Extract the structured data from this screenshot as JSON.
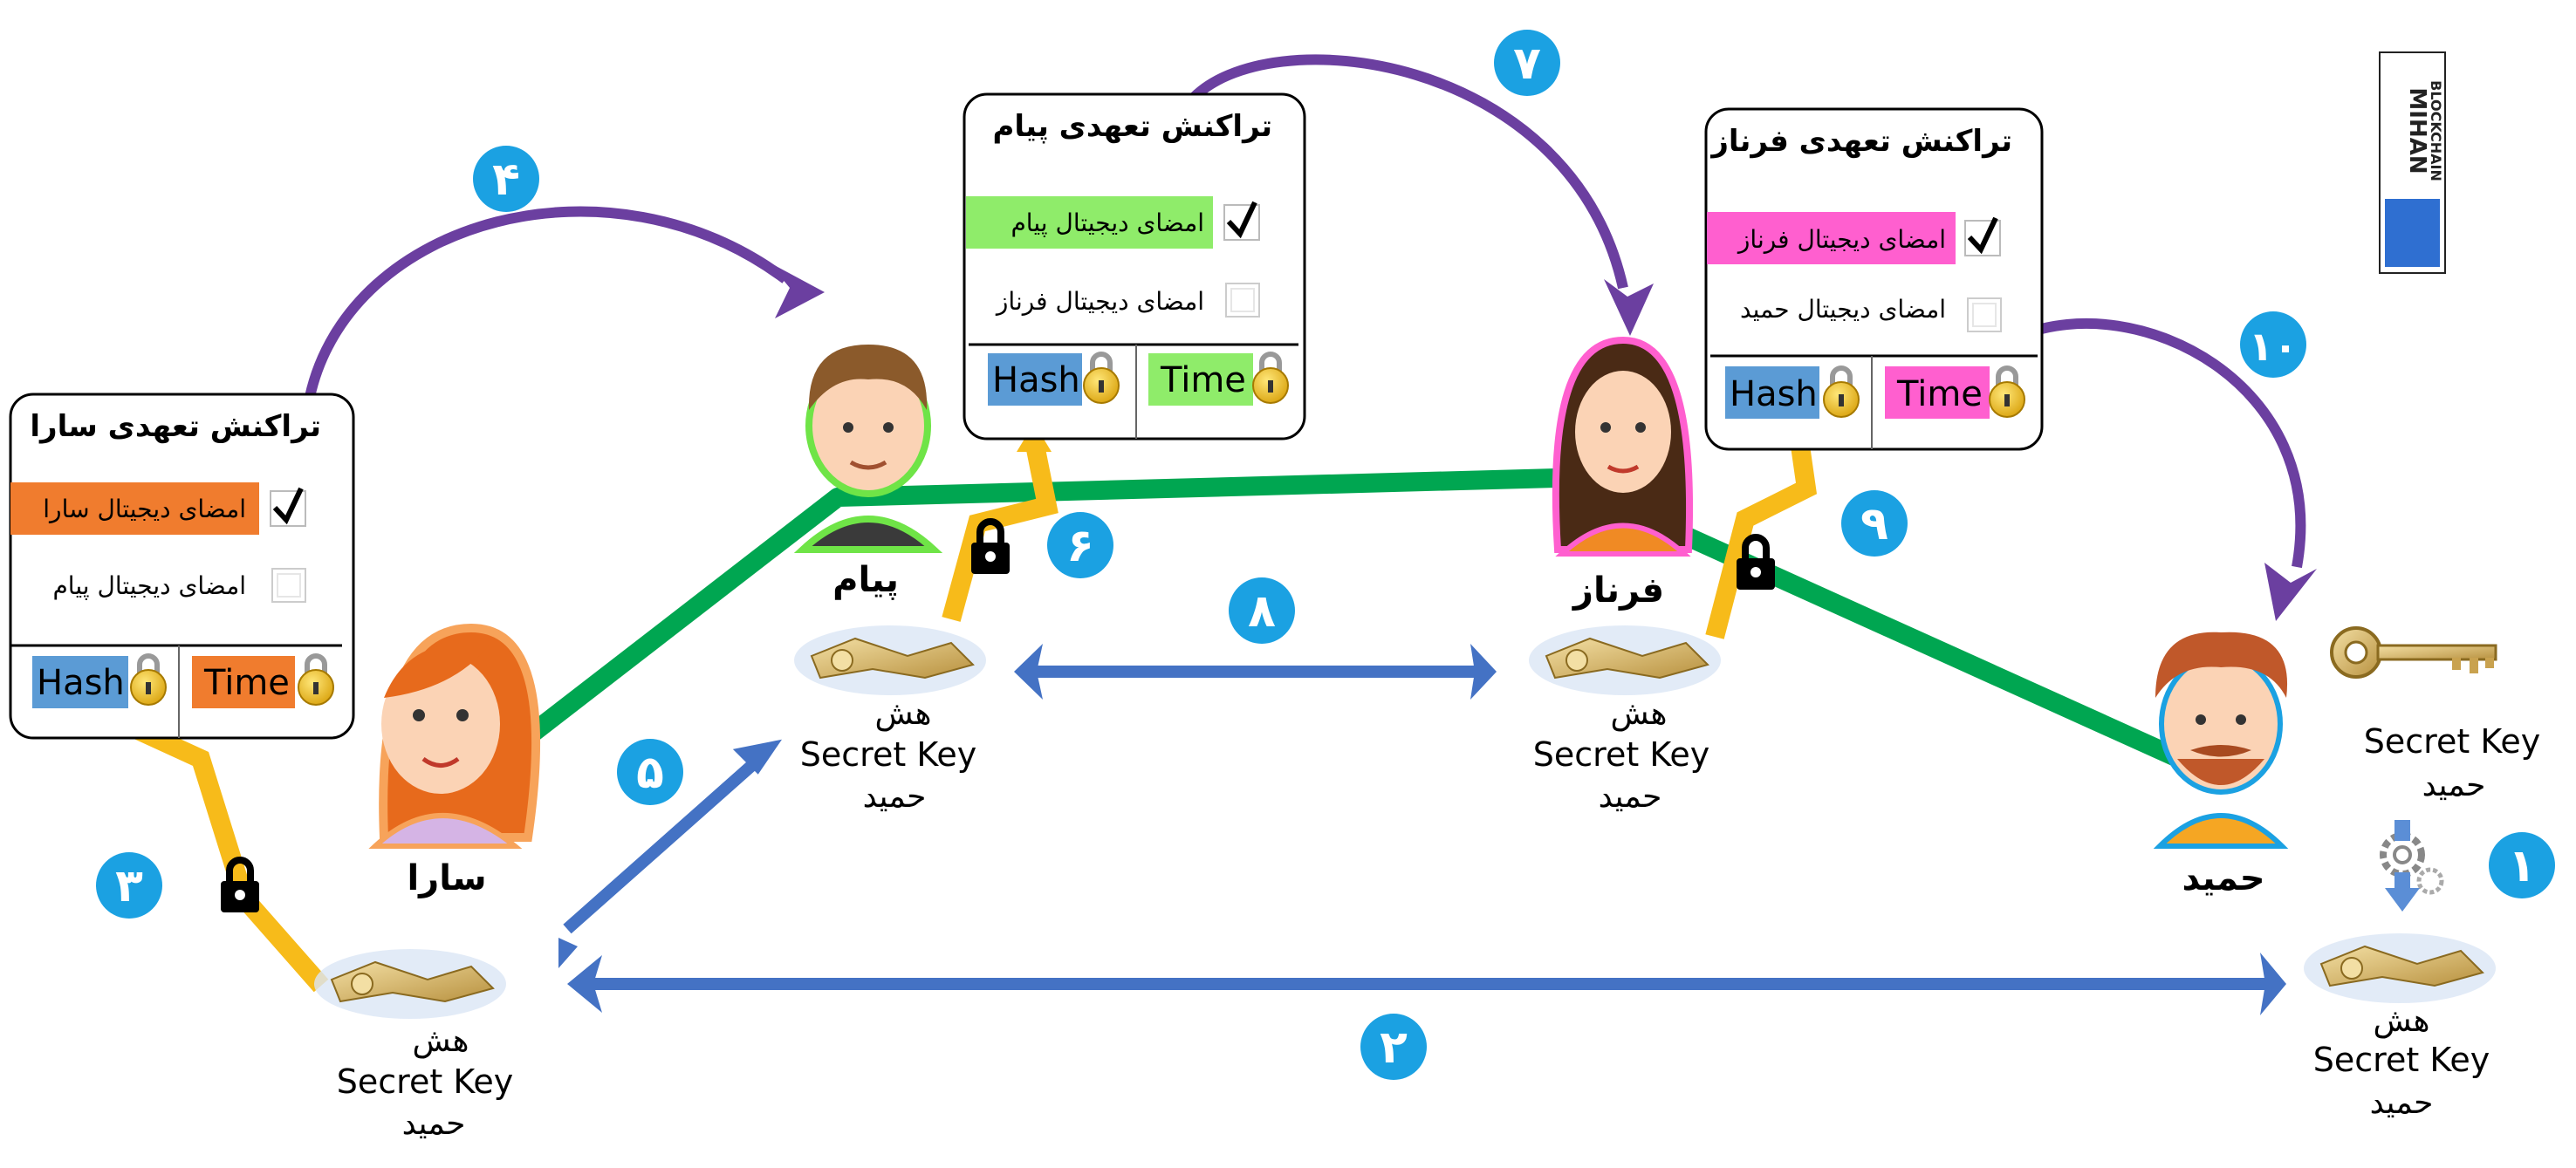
{
  "logo": {
    "line1": "MIHAN",
    "line2": "BLOCKCHAIN"
  },
  "people": {
    "sara": "سارا",
    "payam": "پیام",
    "farnaz": "فرناز",
    "hamid": "حمید"
  },
  "cards": {
    "sara": {
      "title": "تراکنش تعهدی سارا",
      "sig1": "امضای دیجیتال سارا",
      "sig2": "امضای دیجیتال پیام",
      "hash": "Hash",
      "time": "Time"
    },
    "payam": {
      "title": "تراکنش تعهدی پیام",
      "sig1": "امضای دیجیتال پیام",
      "sig2": "امضای دیجیتال فرناز",
      "hash": "Hash",
      "time": "Time"
    },
    "farnaz": {
      "title": "تراکنش تعهدی فرناز",
      "sig1": "امضای دیجیتال فرناز",
      "sig2": "امضای دیجیتال حمید",
      "hash": "Hash",
      "time": "Time"
    }
  },
  "key_labels": {
    "hash_word": "هش",
    "secret_key": "Secret Key",
    "owner": "حمید"
  },
  "steps": {
    "s1": "۱",
    "s2": "۲",
    "s3": "۳",
    "s4": "۴",
    "s5": "۵",
    "s6": "۶",
    "s7": "۷",
    "s8": "۸",
    "s9": "۹",
    "s10": "۱۰"
  },
  "colors": {
    "green_line": "#00a651",
    "blue_arrow": "#4472c4",
    "purple_arrow": "#6b3fa0",
    "yellow_link": "#f7bb1a",
    "step_circle": "#1ba1e2",
    "sara_sig": "#f07c2e",
    "payam_sig": "#8fec6a",
    "farnaz_sig": "#ff5fcf",
    "hash_box": "#5b9bd5"
  }
}
